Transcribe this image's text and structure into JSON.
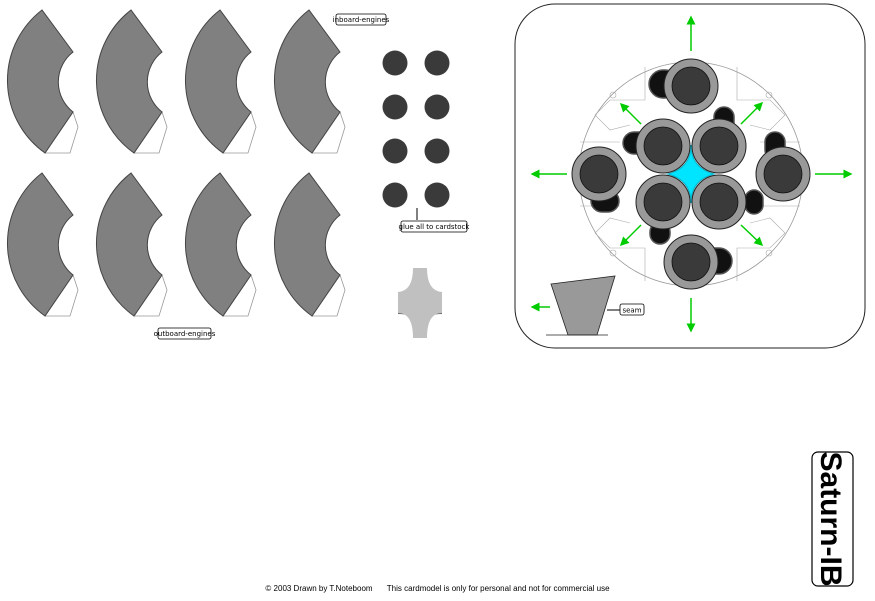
{
  "labels": {
    "inboard": "inboard-engines",
    "outboard": "outboard-engines",
    "glue": "glue all to cardstock",
    "seam": "seam"
  },
  "title": "Saturn-IB",
  "credit": {
    "author": "© 2003 Drawn by T.Noteboom",
    "notice": "This cardmodel is only for personal and not for commercial use"
  },
  "colors": {
    "segment": "#808080",
    "disc": "#3a3a3a",
    "cyan": "#00e5ff",
    "arrow": "#00cc00",
    "nozzle_ring": "#999999"
  }
}
